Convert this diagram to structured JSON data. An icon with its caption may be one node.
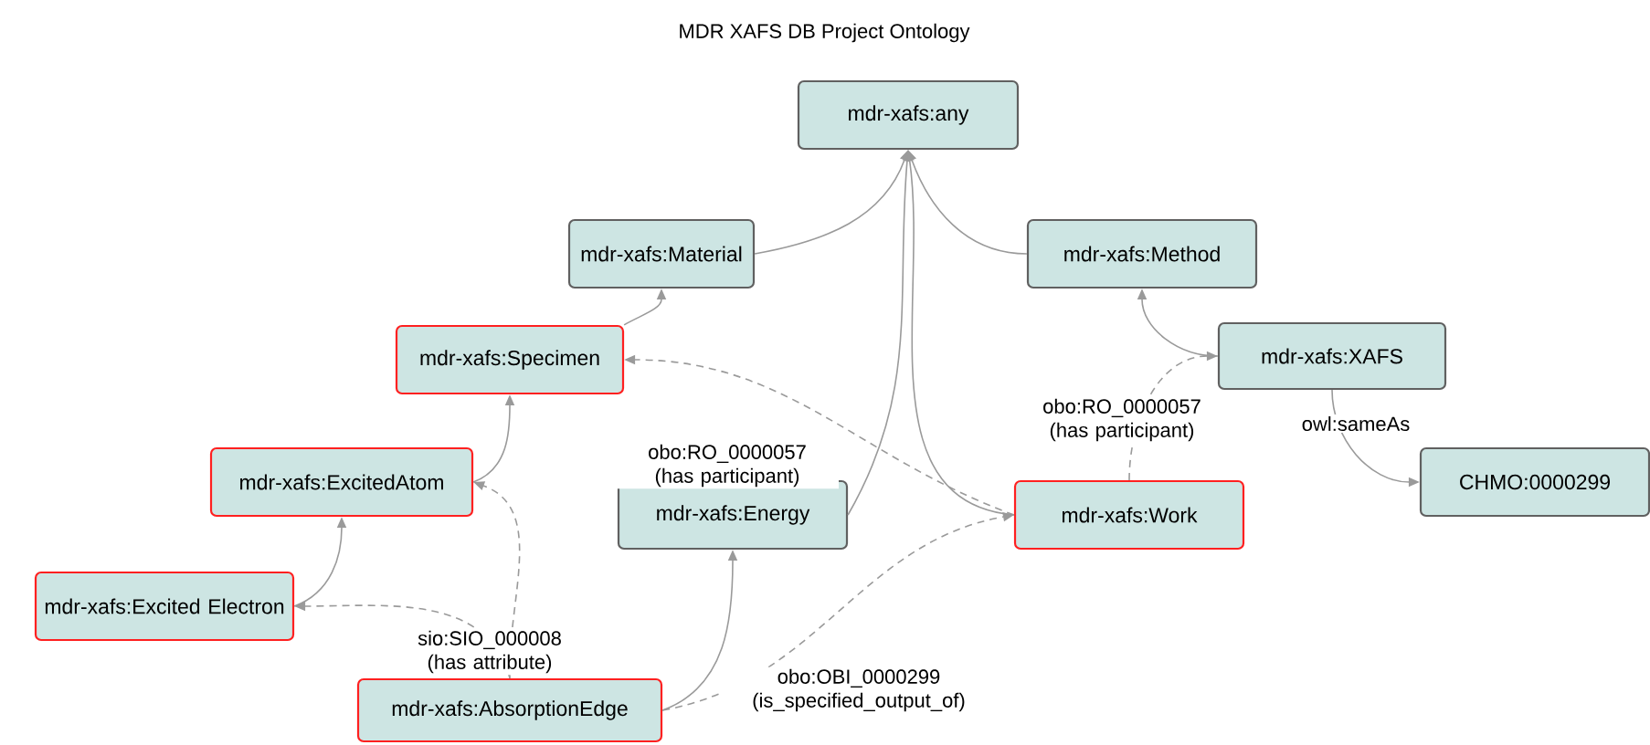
{
  "diagram": {
    "title": "MDR XAFS DB Project Ontology",
    "nodes": [
      {
        "text": [
          "mdr-xafs:any"
        ]
      },
      {
        "text": [
          "mdr-xafs:Material"
        ]
      },
      {
        "text": [
          "mdr-xafs:Method"
        ]
      },
      {
        "text": [
          "mdr-xafs:Specimen"
        ]
      },
      {
        "text": [
          "mdr-xafs:XAFS"
        ]
      },
      {
        "text": [
          "mdr-xafs:ExcitedAtom"
        ]
      },
      {
        "text": [
          "mdr-xafs:Energy"
        ]
      },
      {
        "text": [
          "mdr-xafs:Work"
        ]
      },
      {
        "text": [
          "CHMO:0000299"
        ]
      },
      {
        "text": [
          "mdr-xafs:Excited Electron"
        ]
      },
      {
        "text": [
          "mdr-xafs:AbsorptionEdge"
        ]
      }
    ],
    "edges": [
      {
        "from": 1,
        "to": 0,
        "arrow": "to"
      },
      {
        "from": 2,
        "to": 0,
        "arrow": "to"
      },
      {
        "from": 6,
        "to": 0,
        "arrow": "to"
      },
      {
        "from": 7,
        "to": 0,
        "arrow": "to"
      },
      {
        "from": 3,
        "to": 1,
        "arrow": "to"
      },
      {
        "from": 4,
        "to": 2,
        "arrow": "to"
      },
      {
        "from": 5,
        "to": 3,
        "arrow": "to"
      },
      {
        "from": 9,
        "to": 5,
        "arrow": "to"
      },
      {
        "from": 10,
        "to": 6,
        "arrow": "to"
      },
      {
        "from": 7,
        "to": 3,
        "arrow": "to",
        "style": "dashed",
        "label": "obo:RO_0000057 (has participant)"
      },
      {
        "from": 7,
        "to": 4,
        "arrow": "to",
        "style": "dashed",
        "label": "obo:RO_0000057 (has participant)"
      },
      {
        "from": 4,
        "to": 8,
        "arrow": "to",
        "label": "owl:sameAs"
      },
      {
        "from": 10,
        "to": 5,
        "arrow": "to",
        "style": "dashed"
      },
      {
        "from": 10,
        "to": 9,
        "arrow": "to",
        "style": "dashed",
        "label": "sio:SIO_000008 (has attribute)"
      },
      {
        "from": 10,
        "to": 7,
        "arrow": "to",
        "style": "dashed",
        "label": "obo:OBI_0000299 (is_specified_output_of)"
      }
    ]
  }
}
